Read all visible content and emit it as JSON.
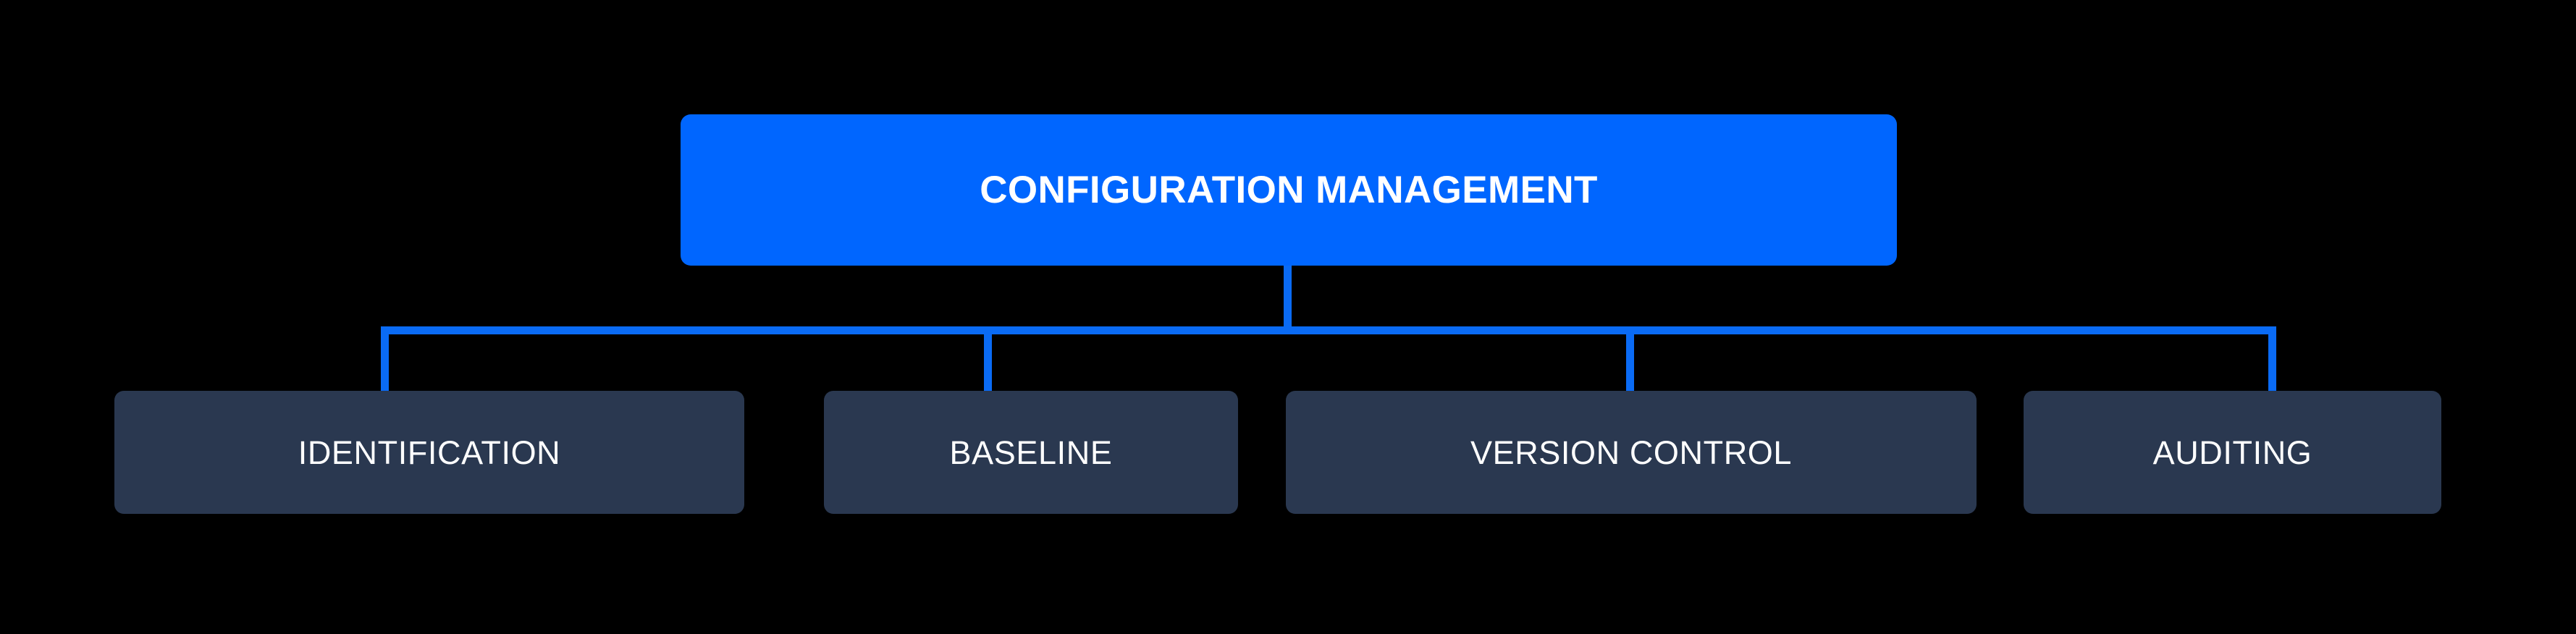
{
  "diagram": {
    "type": "hierarchy-tree",
    "background_color": "#000000",
    "accent_color": "#0066ff",
    "node_color": "#2a3850",
    "connector_color": "#0a6bf5",
    "text_color": "#ffffff",
    "root": {
      "label": "CONFIGURATION MANAGEMENT"
    },
    "children": [
      {
        "label": "IDENTIFICATION"
      },
      {
        "label": "BASELINE"
      },
      {
        "label": "VERSION CONTROL"
      },
      {
        "label": "AUDITING"
      }
    ]
  }
}
